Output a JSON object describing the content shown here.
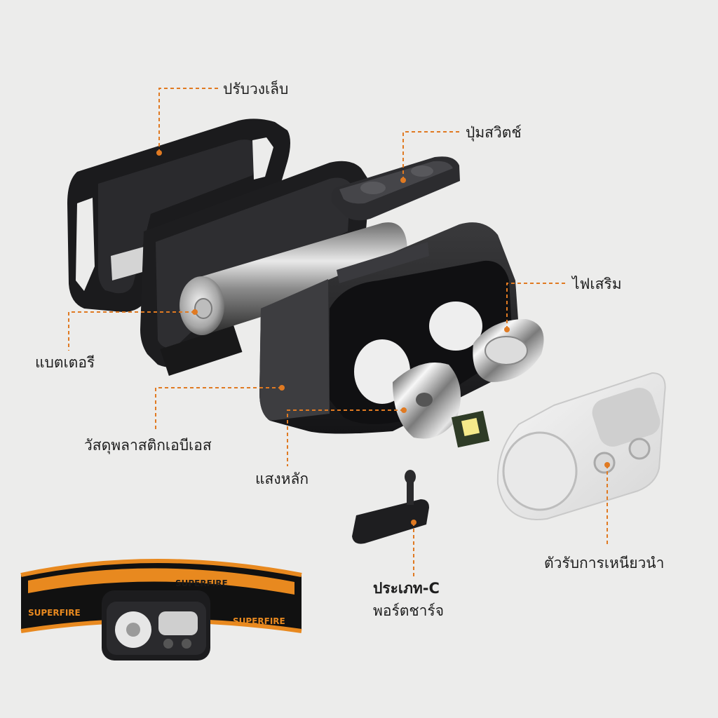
{
  "callouts": {
    "adjust_buckle": "ปรับวงเล็บ",
    "switch_button": "ปุ่มสวิตช์",
    "aux_light": "ไฟเสริม",
    "battery": "แบตเตอรี",
    "abs_plastic": "วัสดุพลาสติกเอบีเอส",
    "main_light": "แสงหลัก",
    "induction_receiver": "ตัวรับการเหนียวนำ",
    "typec_line1": "ประเภท-C",
    "typec_line2": "พอร์ตชาร์จ"
  },
  "product": {
    "brand_text": "SUPERFIRE"
  },
  "colors": {
    "accent": "#e07a22",
    "background": "#ececeb",
    "housing": "#1e1e20",
    "strap": "#e8891f"
  }
}
